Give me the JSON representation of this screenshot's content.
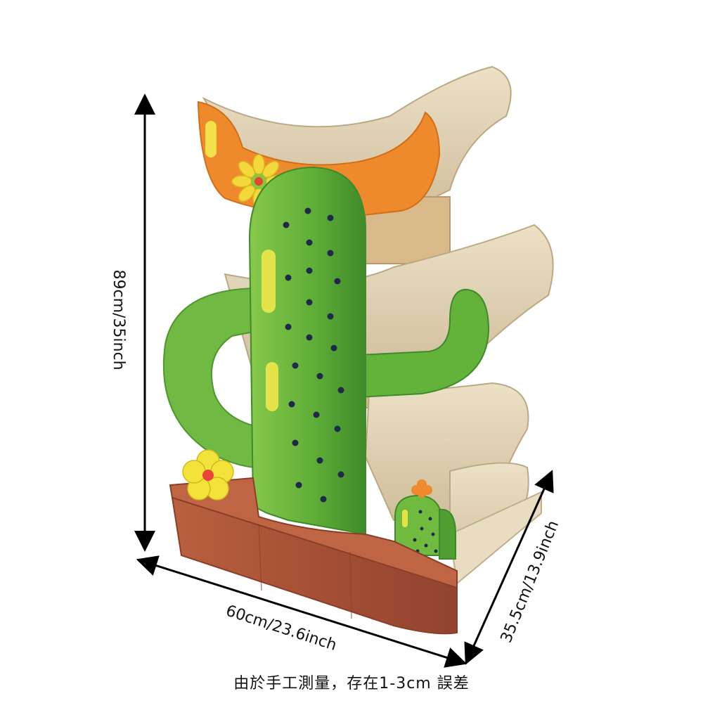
{
  "dimensions": {
    "height": "89cm/35inch",
    "width": "60cm/23.6inch",
    "depth": "35.5cm/13.9inch"
  },
  "note": "由於手工測量，存在1-3cm 誤差",
  "colors": {
    "cardboard": "#e3d5b9",
    "cardboard_dark": "#cdbb98",
    "cactus_green": "#63b23a",
    "cactus_light": "#86c84b",
    "cactus_dark": "#3f8a2a",
    "hat_orange": "#ef8a2c",
    "pot_brown": "#b4583b",
    "pot_dark": "#8a3f28",
    "flower_yellow": "#f2e23a",
    "dot_navy": "#1f2a4a",
    "arrow": "#000000"
  }
}
